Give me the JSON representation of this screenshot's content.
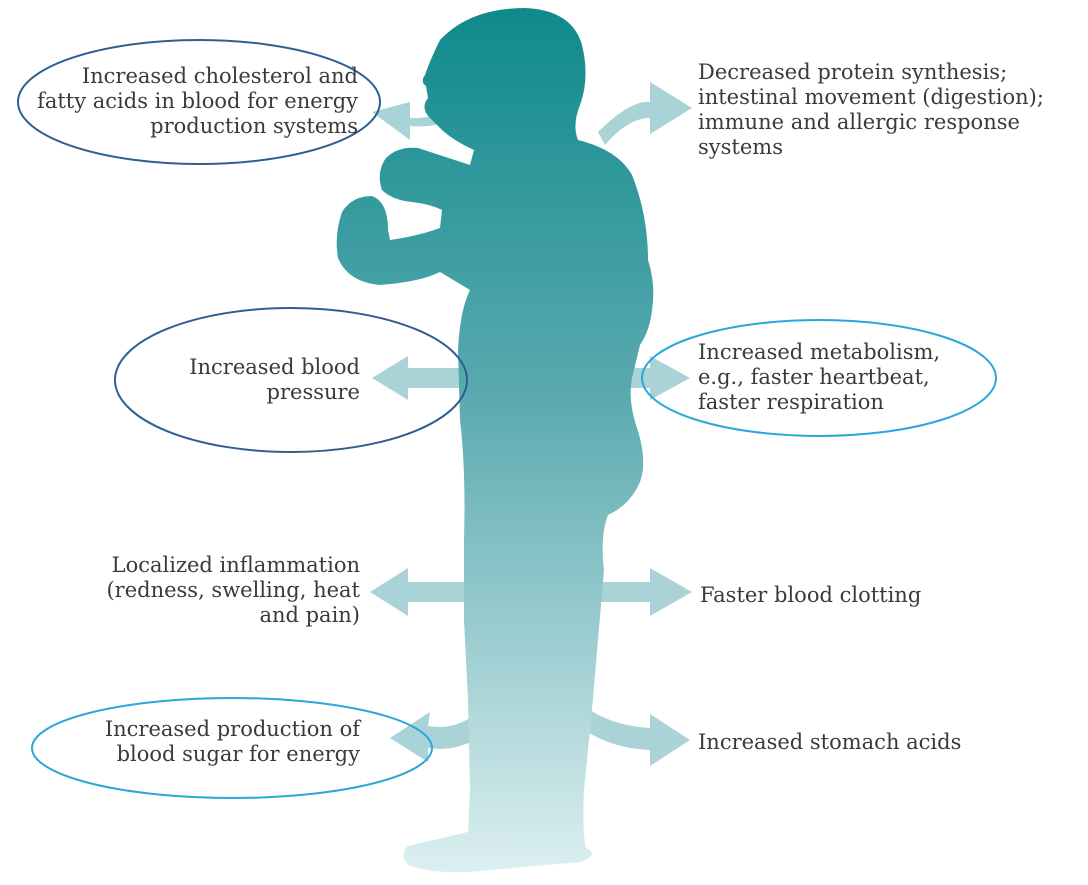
{
  "labels": {
    "cholesterol": [
      "Increased cholesterol and",
      "fatty acids in blood for energy",
      "production systems"
    ],
    "protein": [
      "Decreased protein synthesis;",
      "intestinal movement (digestion);",
      "immune and allergic response",
      "systems"
    ],
    "blood_pressure": [
      "Increased blood",
      "pressure"
    ],
    "metabolism": [
      "Increased metabolism,",
      "e.g., faster heartbeat,",
      "faster respiration"
    ],
    "inflammation": [
      "Localized inflammation",
      "(redness, swelling, heat",
      "and pain)"
    ],
    "clotting": [
      "Faster blood clotting"
    ],
    "blood_sugar": [
      "Increased production of",
      "blood sugar for energy"
    ],
    "stomach": [
      "Increased stomach acids"
    ]
  },
  "colors": {
    "figure_top": "#0f8a8c",
    "figure_bottom": "#d7ecee",
    "arrow": "#a9d3d6",
    "ellipse_dark": "#2f5f8f",
    "ellipse_light": "#2aa6dc",
    "text": "#3a3a3a"
  },
  "highlighted": [
    "cholesterol",
    "blood_pressure",
    "metabolism",
    "blood_sugar"
  ]
}
